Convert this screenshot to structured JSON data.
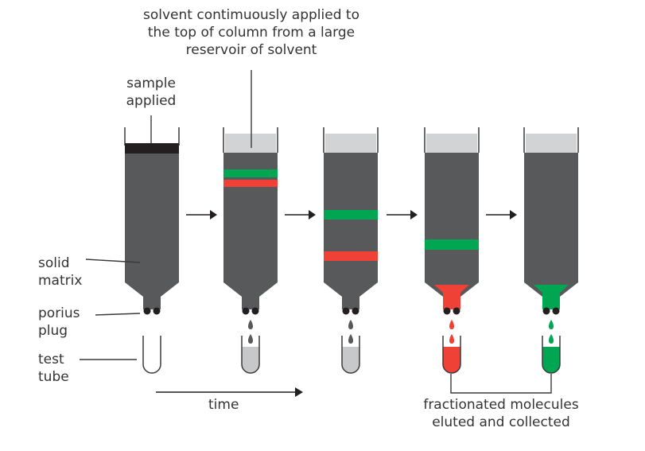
{
  "labels": {
    "solvent": "solvent contimuously applied to\nthe top of column from a large\nreservoir of solvent",
    "sample": "sample\napplied",
    "solid_matrix": "solid\nmatrix",
    "porous_plug": "porius\nplug",
    "test_tube": "test\ntube",
    "time": "time",
    "fractionated": "fractionated molecules\neluted and collected"
  },
  "colors": {
    "matrix": "#58595b",
    "solvent_layer": "#d1d3d4",
    "sample_band": "#231f20",
    "green_band": "#00a651",
    "red_band": "#ef4136",
    "tube_gray": "#c7c8ca",
    "outline": "#3a3a3a"
  },
  "columns": [
    {
      "stage": 1,
      "top_layer": "sample",
      "bands": [],
      "neck_fill": "none",
      "drops": "none",
      "tube_fill": "empty"
    },
    {
      "stage": 2,
      "top_layer": "solvent",
      "bands": [
        "green",
        "red"
      ],
      "neck_fill": "none",
      "drops": "gray",
      "tube_fill": "gray"
    },
    {
      "stage": 3,
      "top_layer": "solvent",
      "bands": [
        "green",
        "red"
      ],
      "neck_fill": "none",
      "drops": "gray",
      "tube_fill": "gray"
    },
    {
      "stage": 4,
      "top_layer": "solvent",
      "bands": [
        "green"
      ],
      "neck_fill": "red",
      "drops": "red",
      "tube_fill": "red"
    },
    {
      "stage": 5,
      "top_layer": "solvent",
      "bands": [],
      "neck_fill": "green",
      "drops": "green",
      "tube_fill": "green"
    }
  ]
}
